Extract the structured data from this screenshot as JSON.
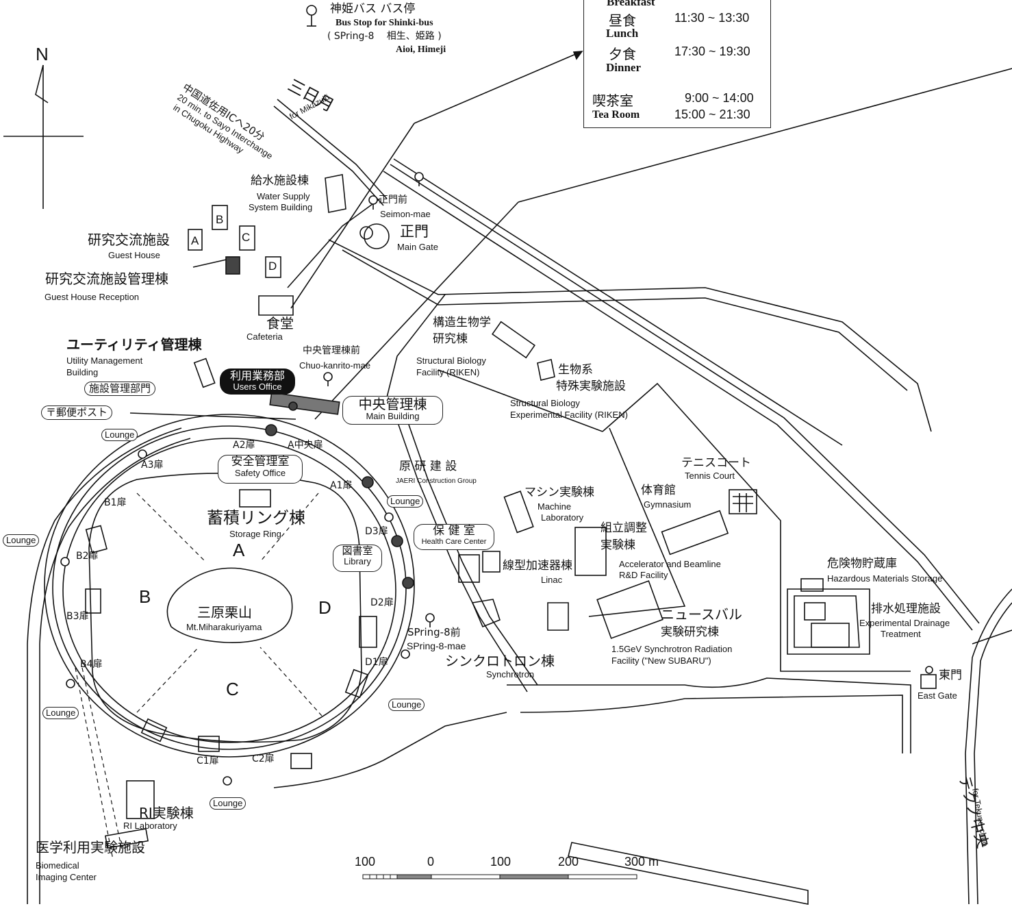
{
  "hours": {
    "breakfast_en": "Breakfast",
    "lunch_jp": "昼食",
    "lunch_time": "11:30 ~ 13:30",
    "lunch_en": "Lunch",
    "dinner_jp": "夕食",
    "dinner_time": "17:30 ~ 19:30",
    "dinner_en": "Dinner",
    "tea_jp": "喫茶室",
    "tea_time1": "9:00 ~ 14:00",
    "tea_en": "Tea Room",
    "tea_time2": "15:00 ~ 21:30"
  },
  "bus": {
    "jp": "神姫バス バス停",
    "en": "Bus Stop for Shinki-bus",
    "route_jp": "( SPring-8　 相生、姫路 )",
    "route_en": "Aioi, Himeji"
  },
  "north": "N",
  "roads": {
    "mikazuki_jp": "三日月",
    "mikazuki_en": "for Mikazuki",
    "sayo_jp": "中国道佐用ICへ20分",
    "sayo_en1": "20 min. to Sayo Interchange",
    "sayo_en2": "in Chugoku Highway",
    "tekuno_jp": "テクノ中央",
    "tekuno_en": "for Tekuno-chuo"
  },
  "labels": {
    "water_jp": "給水施設棟",
    "water_en1": "Water Supply",
    "water_en2": "System Building",
    "seimon_mae_jp": "正門前",
    "seimon_mae_en": "Seimon-mae",
    "main_gate_jp": "正門",
    "main_gate_en": "Main Gate",
    "guest_jp": "研究交流施設",
    "guest_en": "Guest House",
    "gh_a": "A",
    "gh_b": "B",
    "gh_c": "C",
    "gh_d": "D",
    "reception_jp": "研究交流施設管理棟",
    "reception_en": "Guest House Reception",
    "cafeteria_jp": "食堂",
    "cafeteria_en": "Cafeteria",
    "utility_jp": "ユーティリティ管理棟",
    "utility_en1": "Utility Management",
    "utility_en2": "Building",
    "facility_mgmt": "施設管理部門",
    "post": "〒郵便ポスト",
    "users_office_jp": "利用業務部",
    "users_office_en": "Users Office",
    "chuo_jp": "中央管理棟前",
    "chuo_en": "Chuo-kanrito-mae",
    "main_building_jp": "中央管理棟",
    "main_building_en": "Main Building",
    "sb_riken_jp1": "構造生物学",
    "sb_riken_jp2": "研究棟",
    "sb_riken_en1": "Structural Biology",
    "sb_riken_en2": "Facility (RIKEN)",
    "sbe_jp1": "生物系",
    "sbe_jp2": "特殊実験施設",
    "sbe_en1": "Structural Biology",
    "sbe_en2": "Experimental Facility (RIKEN)",
    "lounge": "Lounge",
    "a3": "A3扉",
    "a2": "A2扉",
    "a_center": "A中央扉",
    "a1": "A1扉",
    "b1": "B1扉",
    "b2": "B2扉",
    "b3": "B3扉",
    "b4": "B4扉",
    "c1": "C1扉",
    "c2": "C2扉",
    "d3": "D3扉",
    "d2": "D2扉",
    "d1": "D1扉",
    "safety_jp": "安全管理室",
    "safety_en": "Safety Office",
    "jaeri_jp": "原 研 建 設",
    "jaeri_en": "JAERI Construction Group",
    "storage_jp": "蓄積リング棟",
    "storage_en": "Storage Ring",
    "sec_a": "A",
    "sec_b": "B",
    "sec_c": "C",
    "sec_d": "D",
    "health_jp": "保 健 室",
    "health_en": "Health Care Center",
    "library_jp": "図書室",
    "library_en": "Library",
    "mt_jp": "三原栗山",
    "mt_en": "Mt.Miharakuriyama",
    "spring8_jp": "SPring-8前",
    "spring8_en": "SPring-8-mae",
    "synchrotron_jp": "シンクロトロン棟",
    "synchrotron_en": "Synchrotron",
    "linac_jp": "線型加速器棟",
    "linac_en": "Linac",
    "machine_jp": "マシン実験棟",
    "machine_en1": "Machine",
    "machine_en2": "Laboratory",
    "tennis_jp": "テニスコート",
    "tennis_en": "Tennis Court",
    "gym_jp": "体育館",
    "gym_en": "Gymnasium",
    "assembly_jp1": "組立調整",
    "assembly_jp2": "実験棟",
    "assembly_en1": "Accelerator and Beamline",
    "assembly_en2": "R&D Facility",
    "hazard_jp": "危険物貯蔵庫",
    "hazard_en": "Hazardous Materials Storage",
    "drain_jp": "排水処理施設",
    "drain_en1": "Experimental Drainage",
    "drain_en2": "Treatment",
    "subaru_jp1": "ニュースバル",
    "subaru_jp2": "実験研究棟",
    "subaru_en1": "1.5GeV Synchrotron Radiation",
    "subaru_en2": "Facility (\"New SUBARU\")",
    "east_gate_jp": "東門",
    "east_gate_en": "East Gate",
    "ri_jp": "RI実験棟",
    "ri_en": "RI Laboratory",
    "medical_jp": "医学利用実験施設",
    "medical_en1": "Biomedical",
    "medical_en2": "Imaging Center"
  },
  "scale": {
    "ticks": [
      "100",
      "0",
      "100",
      "200",
      "300 m"
    ]
  }
}
